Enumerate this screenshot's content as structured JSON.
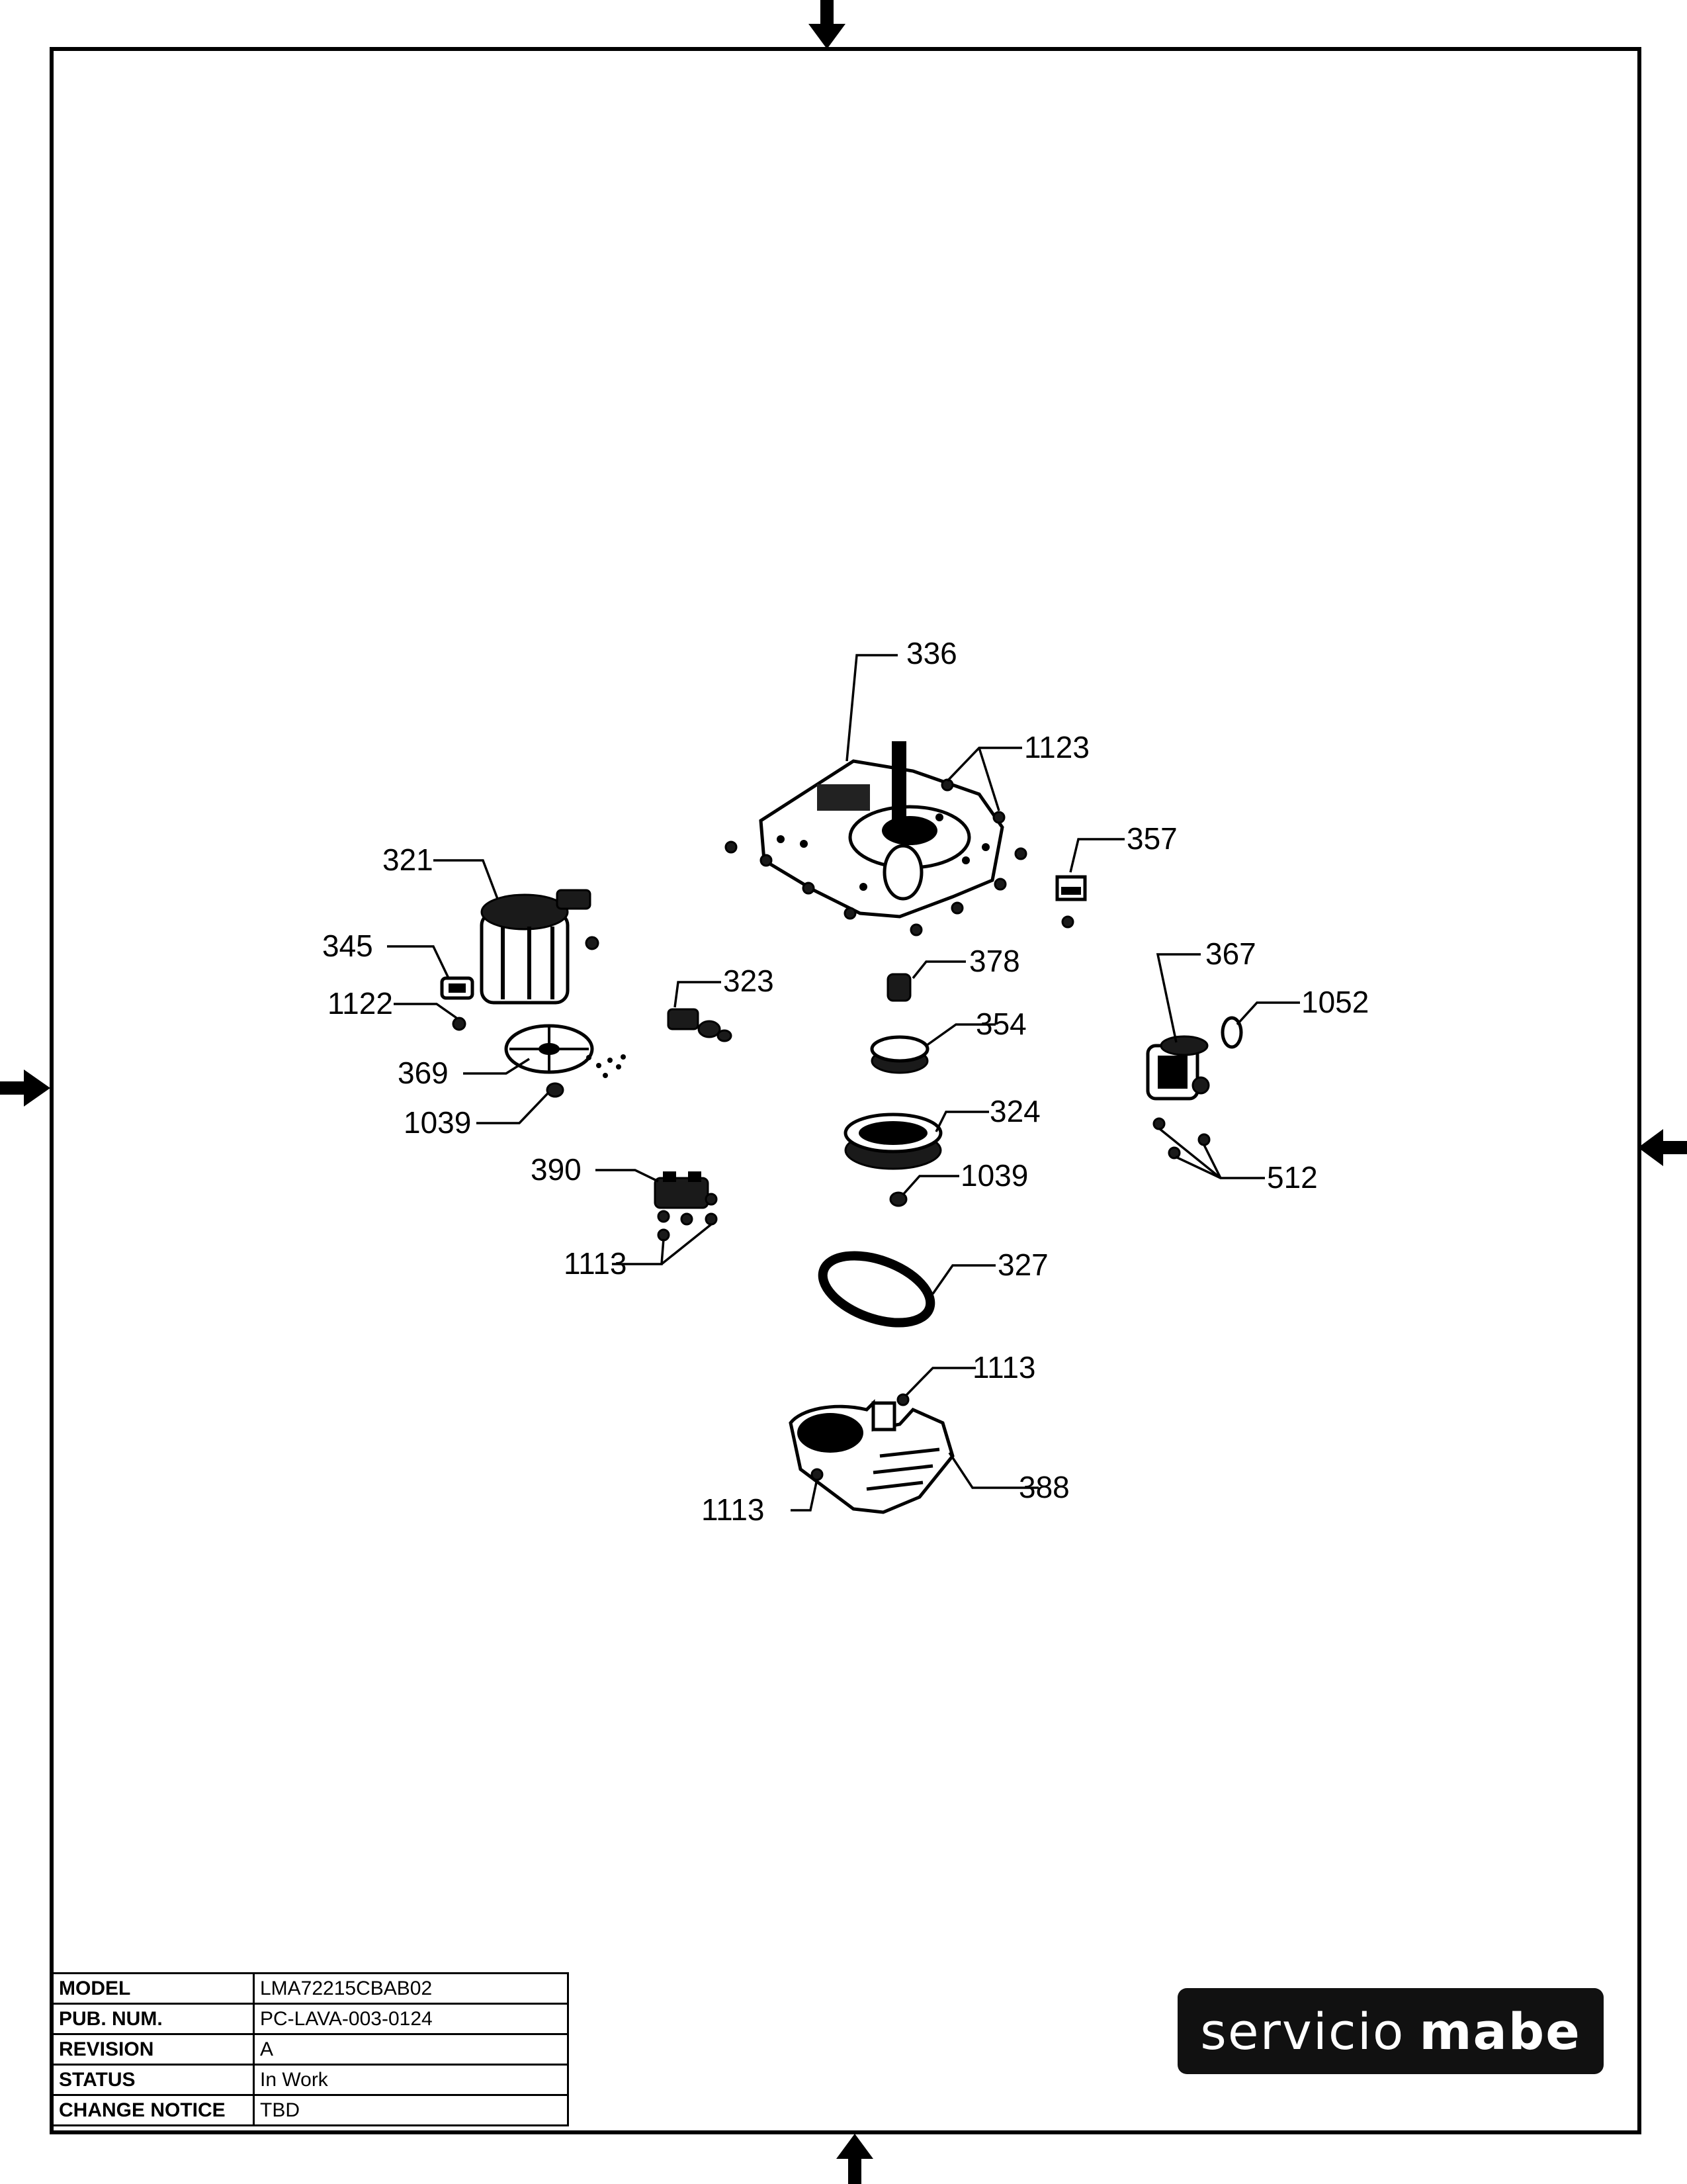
{
  "title_block": {
    "rows": [
      {
        "label": "MODEL",
        "value": "LMA72215CBAB02"
      },
      {
        "label": "PUB. NUM.",
        "value": "PC-LAVA-003-0124"
      },
      {
        "label": "REVISION",
        "value": "A"
      },
      {
        "label": "STATUS",
        "value": "In Work"
      },
      {
        "label": "CHANGE NOTICE",
        "value": "TBD"
      }
    ]
  },
  "logo": {
    "light_text": "servicio",
    "bold_text": "mabe"
  },
  "callouts": {
    "c336": "336",
    "c1123": "1123",
    "c357": "357",
    "c321": "321",
    "c345": "345",
    "c1122": "1122",
    "c323": "323",
    "c378": "378",
    "c367": "367",
    "c1052": "1052",
    "c354": "354",
    "c369": "369",
    "c1039a": "1039",
    "c324": "324",
    "c512": "512",
    "c390": "390",
    "c1039b": "1039",
    "c1113a": "1113",
    "c327": "327",
    "c1113b": "1113",
    "c388": "388",
    "c1113c": "1113"
  }
}
